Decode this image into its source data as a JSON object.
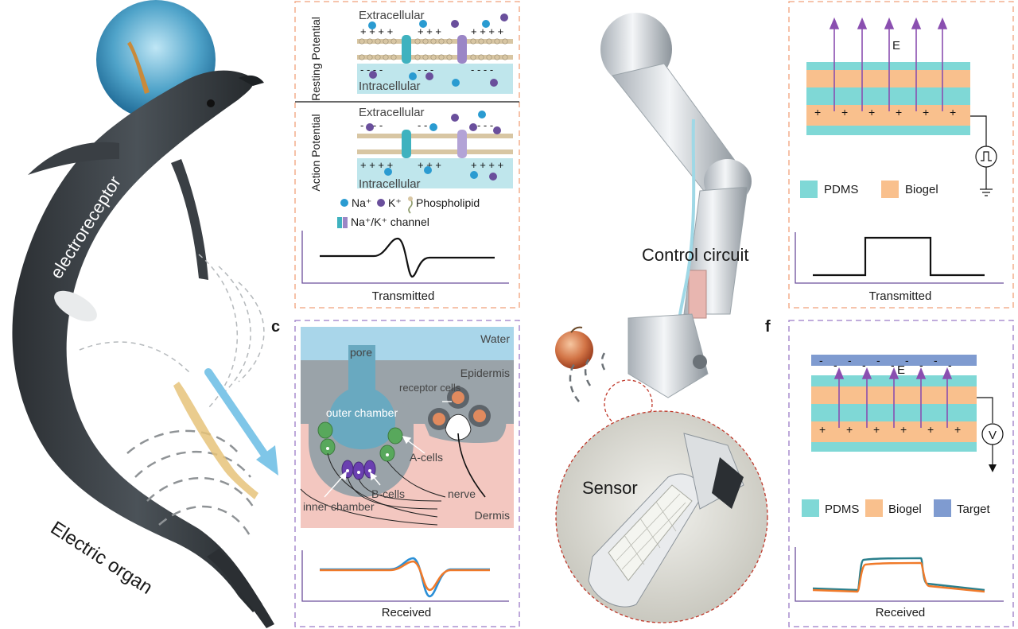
{
  "left_illustration": {
    "electroreceptor_label": "electroreceptor",
    "electric_organ_label": "Electric organ"
  },
  "panel_b": {
    "resting_label": "Resting Potential",
    "action_label": "Action Potential",
    "extracellular_label": "Extracellular",
    "intracellular_label": "Intracellular",
    "legend_na": "Na⁺",
    "legend_k": "K⁺",
    "legend_phospholipid": "Phospholipid",
    "legend_channel": "Na⁺/K⁺ channel",
    "plot_xlabel": "Transmitted"
  },
  "panel_c": {
    "letter": "c",
    "water": "Water",
    "epidermis": "Epidermis",
    "dermis": "Dermis",
    "pore": "pore",
    "outer_chamber": "outer chamber",
    "inner_chamber": "inner chamber",
    "receptor_cells": "receptor cells",
    "a_cells": "A-cells",
    "b_cells": "B-cells",
    "nerve": "nerve",
    "plot_xlabel": "Received",
    "colors": {
      "series_blue": "#2a8fd6",
      "series_orange": "#f07a2a"
    }
  },
  "panel_arm": {
    "control_circuit": "Control circuit",
    "sensor": "Sensor"
  },
  "panel_e": {
    "field_label": "E",
    "legend_pdms": "PDMS",
    "legend_biogel": "Biogel",
    "plot_xlabel": "Transmitted"
  },
  "panel_f": {
    "letter": "f",
    "field_label": "E",
    "voltmeter": "V",
    "legend_pdms": "PDMS",
    "legend_biogel": "Biogel",
    "legend_target": "Target",
    "plot_xlabel": "Received",
    "colors": {
      "pdms": "#7fd8d6",
      "biogel": "#f9c08d",
      "target": "#7f9bd0",
      "field": "#8a4fb0"
    }
  }
}
